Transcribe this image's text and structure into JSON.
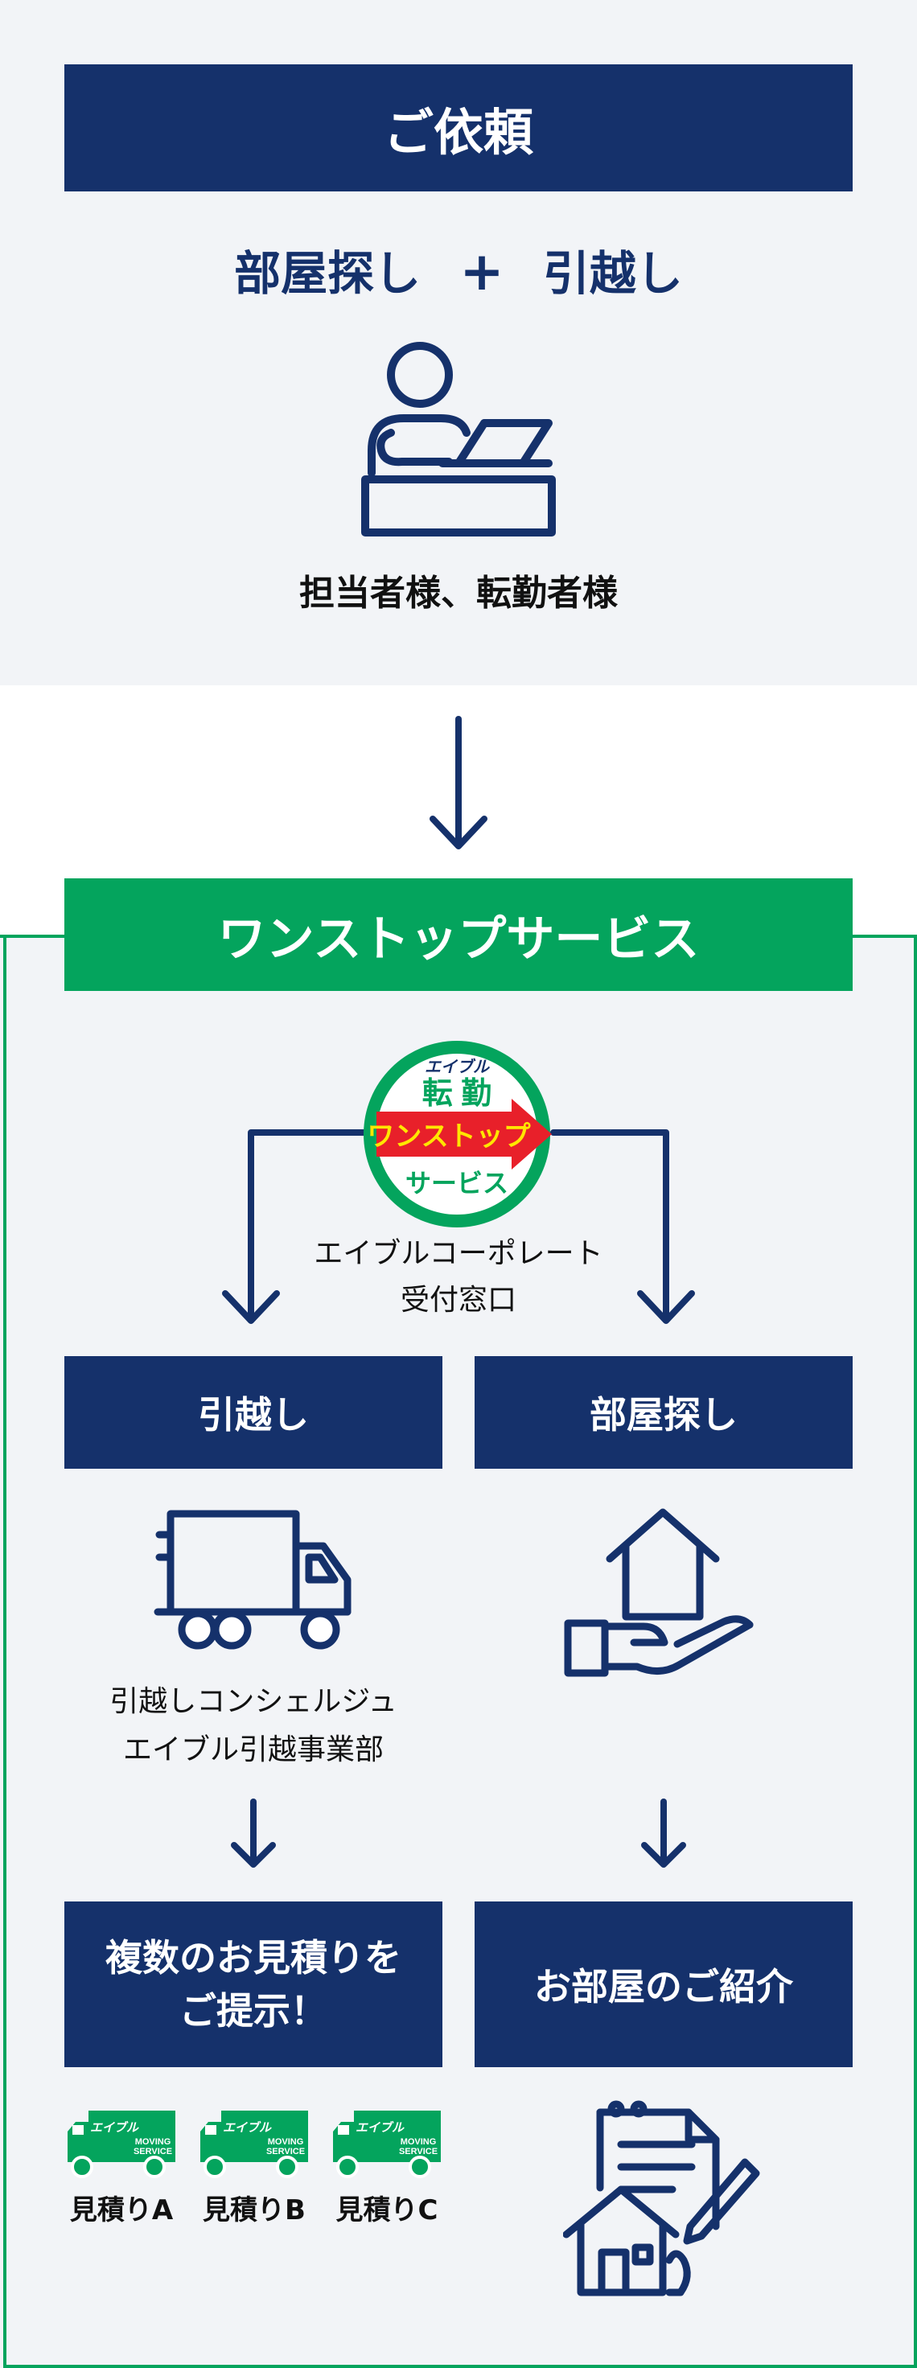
{
  "request": {
    "title": "ご依頼",
    "subtitle_left": "部屋探し",
    "subtitle_plus": "+",
    "subtitle_right": "引越し",
    "person_caption": "担当者様、転勤者様"
  },
  "onestop": {
    "title": "ワンストップサービス",
    "logo_brand": "エイブル",
    "logo_top": "転 勤",
    "logo_banner": "ワンストップ",
    "logo_bottom": "サービス",
    "reception_line1": "エイブルコーポレート",
    "reception_line2": "受付窓口"
  },
  "moving": {
    "header": "引越し",
    "caption_line1": "引越しコンシェルジュ",
    "caption_line2": "エイブル引越事業部",
    "result_line1": "複数のお見積りを",
    "result_line2": "ご提示！",
    "truck_brand": "エイブル",
    "truck_service_line1": "MOVING",
    "truck_service_line2": "SERVICE",
    "estimates": [
      "見積りA",
      "見積りB",
      "見積りC"
    ]
  },
  "room": {
    "header": "部屋探し",
    "result": "お部屋のご紹介"
  },
  "colors": {
    "navy": "#15316b",
    "green": "#04a45d",
    "red": "#e8202a",
    "yellow": "#ffe600",
    "background": "#f2f4f7"
  }
}
